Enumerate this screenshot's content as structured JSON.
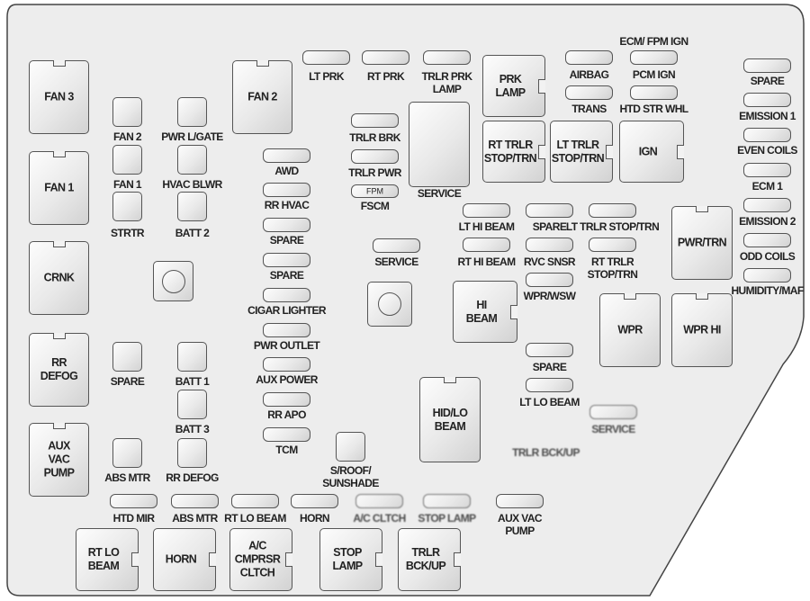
{
  "relays": [
    {
      "label": "FAN 3"
    },
    {
      "label": "FAN 1"
    },
    {
      "label": "CRNK"
    },
    {
      "label": "RR\nDEFOG"
    },
    {
      "label": "AUX\nVAC\nPUMP"
    },
    {
      "label": "FAN 2"
    },
    {
      "label": "SERVICE"
    },
    {
      "label": "PRK\nLAMP"
    },
    {
      "label": "RT TRLR\nSTOP/TRN"
    },
    {
      "label": "LT TRLR\nSTOP/TRN"
    },
    {
      "label": "IGN"
    },
    {
      "label": "HI\nBEAM"
    },
    {
      "label": "PWR/TRN"
    },
    {
      "label": "WPR"
    },
    {
      "label": "WPR HI"
    },
    {
      "label": "HID/LO\nBEAM"
    },
    {
      "label": "RT LO\nBEAM"
    },
    {
      "label": "HORN"
    },
    {
      "label": "A/C\nCMPRSR\nCLTCH"
    },
    {
      "label": "STOP\nLAMP"
    },
    {
      "label": "TRLR\nBCK/UP"
    }
  ],
  "mini_fuses": [
    {
      "label": "FAN 2"
    },
    {
      "label": "PWR L/GATE"
    },
    {
      "label": "FAN 1"
    },
    {
      "label": "HVAC BLWR"
    },
    {
      "label": "STRTR"
    },
    {
      "label": "BATT 2"
    },
    {
      "label": "SPARE"
    },
    {
      "label": "BATT 1"
    },
    {
      "label": "BATT 3"
    },
    {
      "label": "ABS MTR"
    },
    {
      "label": "RR DEFOG"
    },
    {
      "label": "S/ROOF/\nSUNSHADE"
    }
  ],
  "fuses": [
    {
      "label": "AWD"
    },
    {
      "label": "RR HVAC"
    },
    {
      "label": "SPARE"
    },
    {
      "label": "SPARE"
    },
    {
      "label": "CIGAR LIGHTER"
    },
    {
      "label": "PWR OUTLET"
    },
    {
      "label": "AUX POWER"
    },
    {
      "label": "RR APO"
    },
    {
      "label": "TCM"
    },
    {
      "label": "LT PRK"
    },
    {
      "label": "RT PRK"
    },
    {
      "label": "TRLR PRK\nLAMP"
    },
    {
      "label": "TRLR BRK"
    },
    {
      "label": "TRLR PWR"
    },
    {
      "label": "FSCM",
      "inner": "FPM"
    },
    {
      "label": "SERVICE"
    },
    {
      "label": "AIRBAG"
    },
    {
      "label": "TRANS"
    },
    {
      "label": "PCM IGN",
      "top_label": "ECM/ FPM IGN"
    },
    {
      "label": "HTD STR WHL"
    },
    {
      "label": "SPARE"
    },
    {
      "label": "EMISSION 1"
    },
    {
      "label": "EVEN COILS"
    },
    {
      "label": "ECM 1"
    },
    {
      "label": "EMISSION 2"
    },
    {
      "label": "ODD COILS"
    },
    {
      "label": "HUMIDITY/MAF"
    },
    {
      "label": "LT HI BEAM"
    },
    {
      "label": "SPARE"
    },
    {
      "label": "LT TRLR STOP/TRN"
    },
    {
      "label": "RT HI BEAM"
    },
    {
      "label": "RVC SNSR"
    },
    {
      "label": "RT TRLR\nSTOP/TRN"
    },
    {
      "label": "WPR/WSW"
    },
    {
      "label": "SPARE"
    },
    {
      "label": "LT LO BEAM"
    },
    {
      "label": "SERVICE"
    },
    {
      "label": "TRLR BCK/UP"
    },
    {
      "label": "HTD MIR"
    },
    {
      "label": "ABS MTR"
    },
    {
      "label": "RT LO BEAM"
    },
    {
      "label": "HORN"
    },
    {
      "label": "A/C CLTCH"
    },
    {
      "label": "STOP LAMP"
    },
    {
      "label": "AUX VAC\nPUMP"
    }
  ]
}
